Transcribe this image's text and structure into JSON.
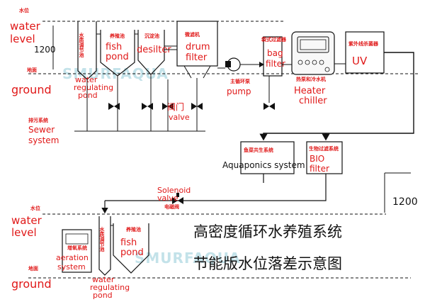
{
  "top": {
    "water_level_cn": "水位",
    "water_level_en_1": "water",
    "water_level_en_2": "level",
    "height_1200": "1200",
    "ground_cn": "地面",
    "ground_en": "ground",
    "water_regulating_pond_cn": "水质调节池",
    "water_regulating_pond_en_1": "water",
    "water_regulating_pond_en_2": "regulating",
    "water_regulating_pond_en_3": "pond",
    "fish_pond_cn": "养殖池",
    "fish_pond_en_1": "fish",
    "fish_pond_en_2": "pond",
    "desilter_cn": "沉淀池",
    "desilter_en": "desilter",
    "drum_filter_cn": "微滤机",
    "drum_filter_en_1": "drum",
    "drum_filter_en_2": "filter",
    "valve_cn": "阀门",
    "valve_en": "valve",
    "pump_cn": "主循环泵",
    "pump_en": "pump",
    "bag_filter_cn": "袋式过滤器",
    "bag_filter_en_1": "bag",
    "bag_filter_en_2": "filter",
    "heater_cn": "热泵和冷水机",
    "heater_en_1": "Heater",
    "heater_en_2": "chiller",
    "uv_cn": "紫外线杀菌器",
    "uv_en": "UV",
    "sewer_cn": "排污系统",
    "sewer_en_1": "Sewer",
    "sewer_en_2": "system"
  },
  "middle": {
    "aquaponics_cn": "鱼菜共生系统",
    "aquaponics_en": "Aquaponics system",
    "bio_cn": "生物过滤系统",
    "bio_en_1": "BIO",
    "bio_en_2": "filter",
    "height_1200": "1200",
    "solenoid_en_1": "Solenoid",
    "solenoid_en_2": "valve",
    "solenoid_cn": "电磁阀"
  },
  "bottom": {
    "water_level_cn": "水位",
    "water_level_en_1": "water",
    "water_level_en_2": "level",
    "ground_cn": "地面",
    "ground_en": "ground",
    "aeration_cn": "增氧系统",
    "aeration_en_1": "aeration",
    "aeration_en_2": "system",
    "water_regulating_pond_cn": "水质调节池",
    "water_regulating_pond_en_1": "water",
    "water_regulating_pond_en_2": "regulating",
    "water_regulating_pond_en_3": "pond",
    "fish_pond_cn": "养殖池",
    "fish_pond_en_1": "fish",
    "fish_pond_en_2": "pond"
  },
  "title": {
    "line_1": "高密度循环水养殖系统",
    "line_2": "节能版水位落差示意图"
  },
  "watermark": "SMURFAQUA",
  "colors": {
    "label_red": "#e01818",
    "line_black": "#111111",
    "watermark": "#b9dde6"
  }
}
